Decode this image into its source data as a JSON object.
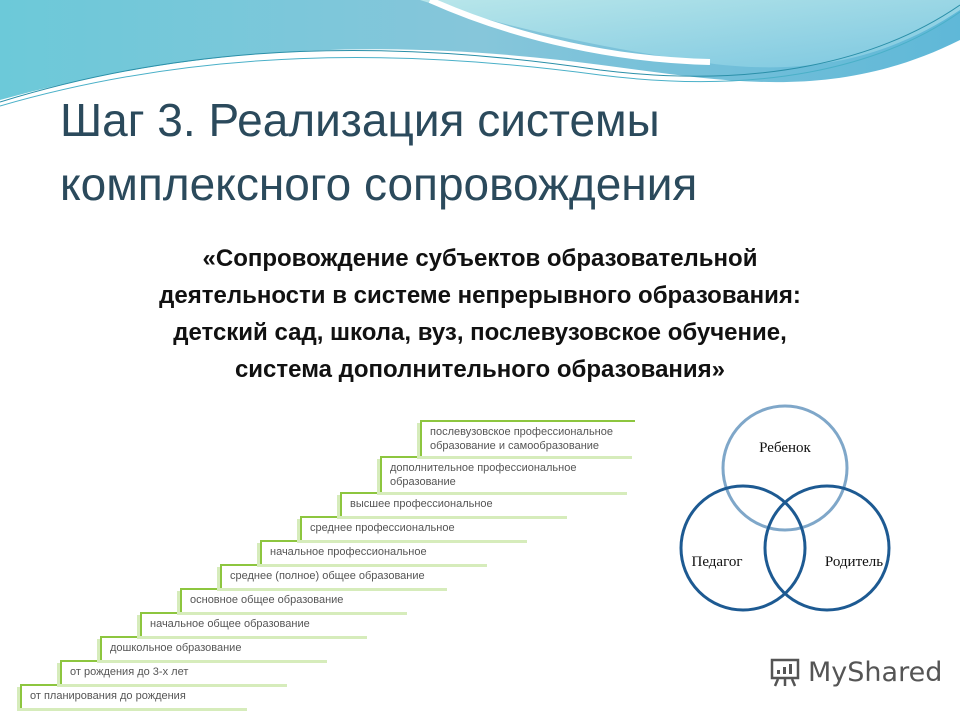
{
  "slide": {
    "title": "Шаг 3. Реализация системы комплексного сопровождения",
    "quote_lines": [
      "«Сопровождение субъектов образовательной",
      "деятельности  в системе непрерывного образования:",
      "детский сад, школа, вуз, послевузовское обучение,",
      "система дополнительного образования»"
    ]
  },
  "stairs": {
    "color": "#8dc63f",
    "steps": [
      [
        "от планирования",
        "до рождения"
      ],
      [
        "от рождения",
        "до 3-х лет"
      ],
      [
        "дошкольное",
        "образование"
      ],
      [
        "начальное общее",
        "образование"
      ],
      [
        "основное общее",
        "образование"
      ],
      [
        "среднее (полное)",
        "общее образование"
      ],
      [
        "начальное",
        "профессиональное"
      ],
      [
        "среднее",
        "профессиональное"
      ],
      [
        "высшее",
        "профессиональное"
      ],
      [
        "дополнительное",
        "профессиональное",
        "образование"
      ],
      [
        "послевузовское",
        "профессиональное",
        "образование",
        "и самообразование"
      ]
    ]
  },
  "circles": {
    "child": "Ребенок",
    "teacher": "Педагог",
    "parent": "Родитель",
    "colors": {
      "child": "#7fa7c9",
      "teacher": "#1d5a92",
      "parent": "#1d5a92"
    }
  },
  "watermark": {
    "text": "MyShared",
    "icon": "presentation-board-icon"
  }
}
